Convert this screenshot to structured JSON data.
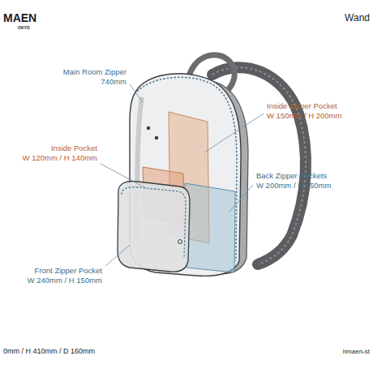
{
  "diagram": {
    "labels": [
      "MAEN",
      "OKYO",
      "Wand",
      "Main Room Zipper",
      "740mm",
      "Inside Zipper Pocket",
      "W 150mm / H 200mm",
      "Inside Pocket",
      "W 120mm / H 140mm",
      "Back Zipper Pockets",
      "W 200mm / H 150mm",
      "Front Zipper Pocket",
      "W 240mm / H 150mm",
      "0mm / H 410mm / D 160mm",
      "hmaen-st"
    ]
  }
}
